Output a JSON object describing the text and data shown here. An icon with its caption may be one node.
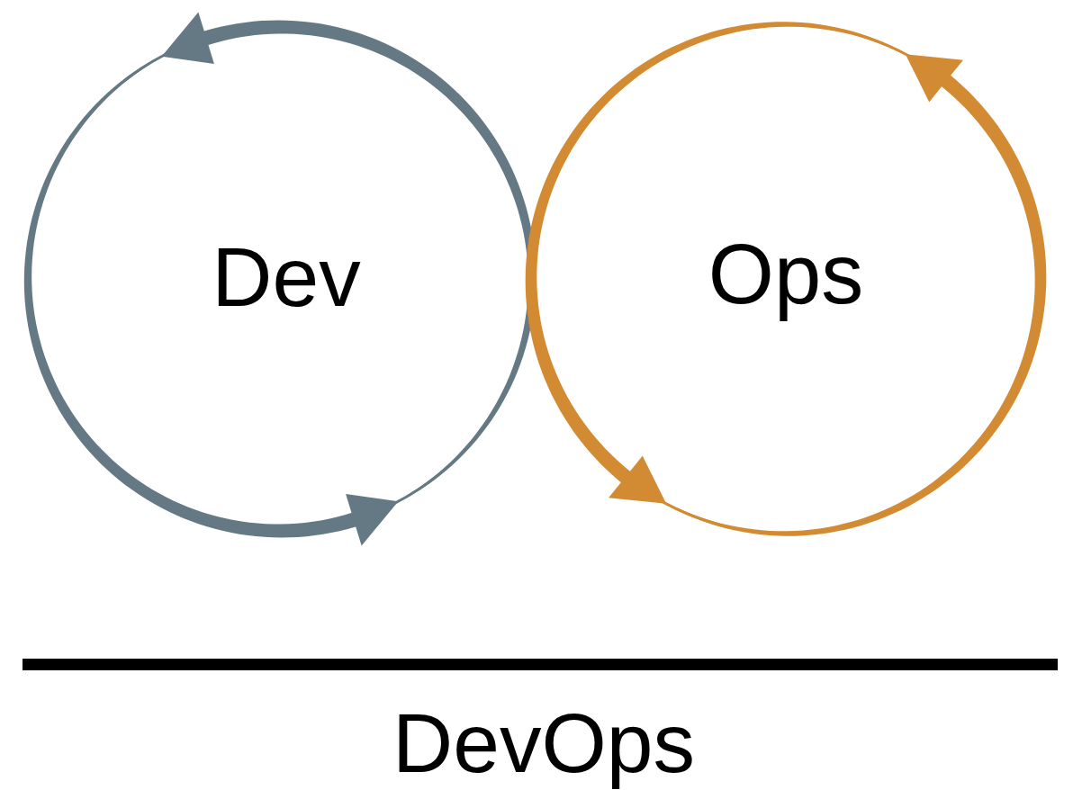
{
  "diagram": {
    "caption": "DevOps",
    "nodes": [
      {
        "text": [
          "Dev"
        ]
      },
      {
        "text": [
          "Ops"
        ]
      }
    ]
  }
}
